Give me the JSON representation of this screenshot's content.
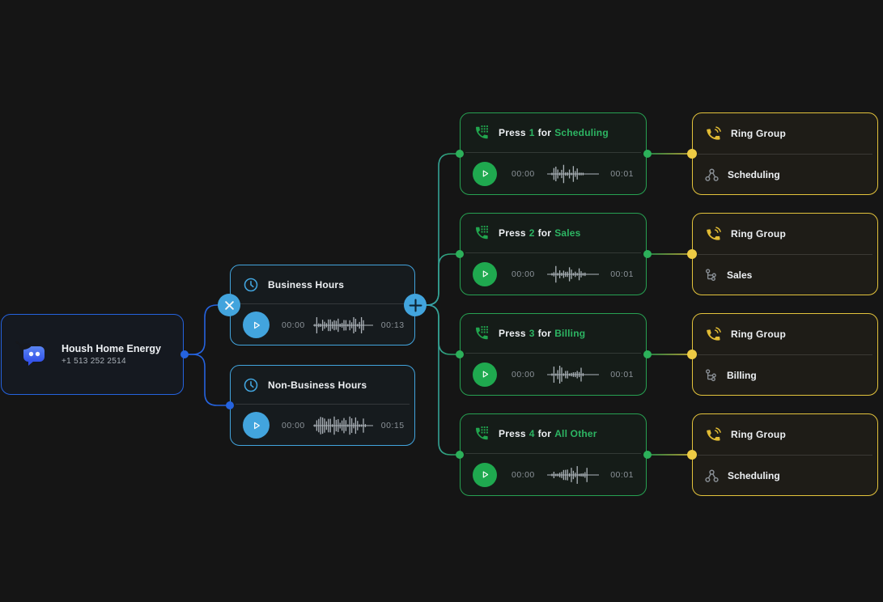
{
  "root_node": {
    "title": "Housh Home Energy",
    "subtitle": "+1 513 252 2514",
    "icon": "chat-bubble-logo"
  },
  "hours_nodes": [
    {
      "title": "Business Hours",
      "icon": "clock-icon",
      "start": "00:00",
      "duration": "00:13"
    },
    {
      "title": "Non-Business Hours",
      "icon": "clock-icon",
      "start": "00:00",
      "duration": "00:15"
    }
  ],
  "menu_nodes": [
    {
      "prefix": "Press",
      "key": "1",
      "middle": "for",
      "target": "Scheduling",
      "icon": "dialpad-phone-icon",
      "start": "00:00",
      "duration": "00:01"
    },
    {
      "prefix": "Press",
      "key": "2",
      "middle": "for",
      "target": "Sales",
      "icon": "dialpad-phone-icon",
      "start": "00:00",
      "duration": "00:01"
    },
    {
      "prefix": "Press",
      "key": "3",
      "middle": "for",
      "target": "Billing",
      "icon": "dialpad-phone-icon",
      "start": "00:00",
      "duration": "00:01"
    },
    {
      "prefix": "Press",
      "key": "4",
      "middle": "for",
      "target": "All Other",
      "icon": "dialpad-phone-icon",
      "start": "00:00",
      "duration": "00:01"
    }
  ],
  "ring_groups": [
    {
      "title": "Ring Group",
      "target": "Scheduling",
      "icon": "ringing-phone-icon",
      "target_icon": "people-network-icon"
    },
    {
      "title": "Ring Group",
      "target": "Sales",
      "icon": "ringing-phone-icon",
      "target_icon": "tree-branch-icon"
    },
    {
      "title": "Ring Group",
      "target": "Billing",
      "icon": "ringing-phone-icon",
      "target_icon": "tree-branch-icon"
    },
    {
      "title": "Ring Group",
      "target": "Scheduling",
      "icon": "ringing-phone-icon",
      "target_icon": "people-network-icon"
    }
  ],
  "controls": {
    "delete_edge": "close-icon",
    "add_node": "plus-icon",
    "play": "play-icon"
  },
  "colors": {
    "canvas": "#151515",
    "blue": "#2563DF",
    "sky": "#42A4DD",
    "green": "#27A152",
    "green_bright": "#1FA94F",
    "green_text": "#2DB563",
    "yellow": "#E3C33C",
    "text": "#EEF1F4",
    "muted": "#8B9298"
  }
}
